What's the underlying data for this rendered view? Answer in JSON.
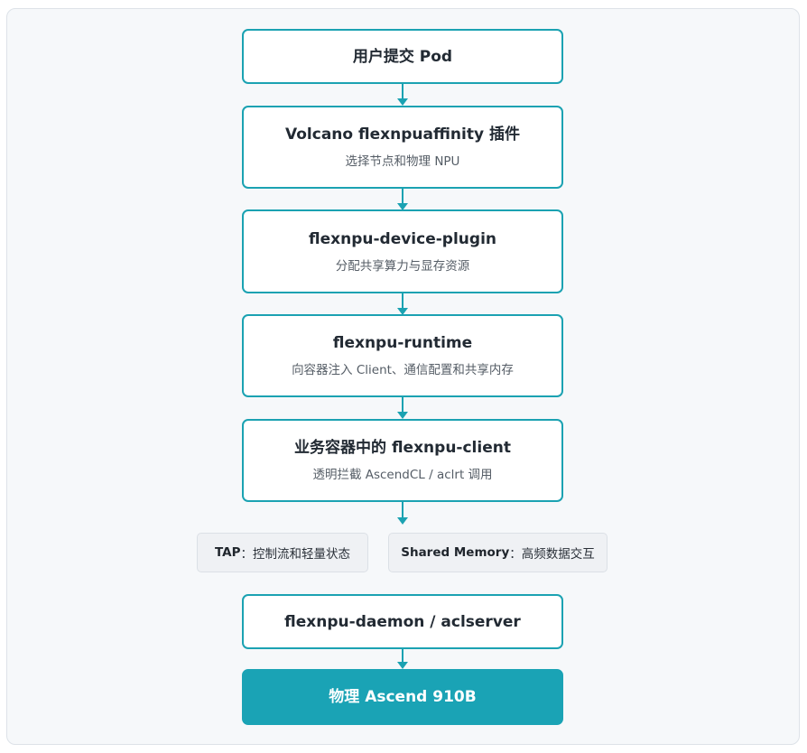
{
  "colors": {
    "accent": "#1ba2b2",
    "final_fill": "#1aa3b5",
    "panel_bg": "#f6f8fa"
  },
  "nodes": [
    {
      "title": "用户提交 Pod",
      "subtitle": ""
    },
    {
      "title": "Volcano flexnpuaffinity 插件",
      "subtitle": "选择节点和物理 NPU"
    },
    {
      "title": "flexnpu-device-plugin",
      "subtitle": "分配共享算力与显存资源"
    },
    {
      "title": "flexnpu-runtime",
      "subtitle": "向容器注入 Client、通信配置和共享内存"
    },
    {
      "title": "业务容器中的 flexnpu-client",
      "subtitle": "透明拦截 AscendCL / aclrt 调用"
    },
    {
      "title": "flexnpu-daemon / aclserver",
      "subtitle": ""
    },
    {
      "title": "物理 Ascend 910B",
      "subtitle": ""
    }
  ],
  "channels": [
    {
      "label": "TAP",
      "separator": "：",
      "desc": "控制流和轻量状态"
    },
    {
      "label": "Shared Memory",
      "separator": "：",
      "desc": "高频数据交互"
    }
  ]
}
